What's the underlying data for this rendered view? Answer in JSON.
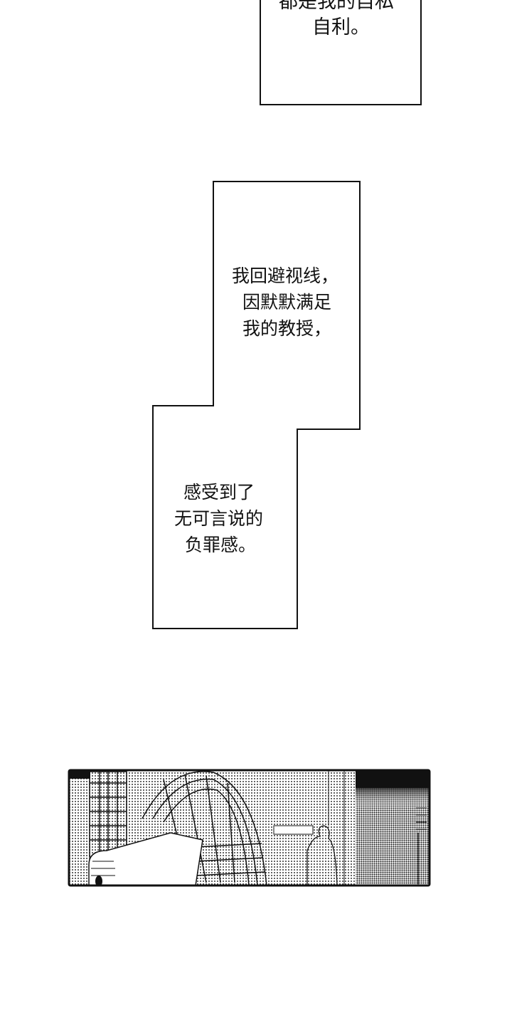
{
  "caption_1": {
    "lines": [
      "都是我的自私",
      "自利。"
    ]
  },
  "caption_2": {
    "lines": [
      "我回避视线，",
      "因默默满足",
      "我的教授，"
    ]
  },
  "caption_3": {
    "lines": [
      "感受到了",
      "无可言说的",
      "负罪感。"
    ]
  },
  "panel": {
    "scene": "fan-room-halftone"
  },
  "colors": {
    "ink": "#111111",
    "paper": "#ffffff"
  }
}
